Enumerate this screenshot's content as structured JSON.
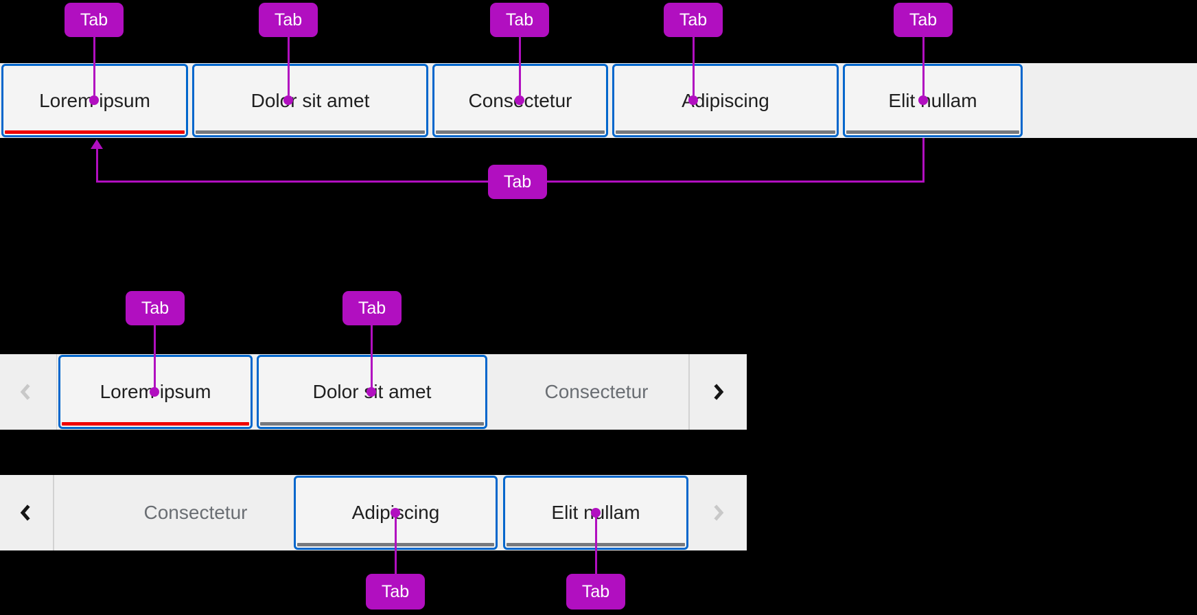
{
  "annotation": {
    "badge_label": "Tab"
  },
  "colors": {
    "annotation": "#b10fc0",
    "tab_border": "#0066cc",
    "active_underline": "#ee0000",
    "inactive_underline": "#76797e",
    "bar_bg": "#efefef",
    "tab_bg": "#f4f4f4",
    "tab_text": "#1f1f1f",
    "muted_text": "#6a6e73",
    "divider": "#d2d2d2",
    "icon_dark": "#151515",
    "icon_disabled": "#c8c8c8"
  },
  "full_tab_bar": {
    "tabs": [
      {
        "label": "Lorem ipsum",
        "active": true
      },
      {
        "label": "Dolor sit amet",
        "active": false
      },
      {
        "label": "Consectetur",
        "active": false
      },
      {
        "label": "Adipiscing",
        "active": false
      },
      {
        "label": "Elit nullam",
        "active": false
      }
    ]
  },
  "scrolled_bar_start": {
    "left_scroll": {
      "icon": "chevron-left-icon",
      "disabled": true
    },
    "tabs": [
      {
        "label": "Lorem ipsum",
        "active": true
      },
      {
        "label": "Dolor sit amet",
        "active": false
      }
    ],
    "overflow_tab": "Consectetur",
    "right_scroll": {
      "icon": "chevron-right-icon",
      "disabled": false
    }
  },
  "scrolled_bar_end": {
    "left_scroll": {
      "icon": "chevron-left-icon",
      "disabled": false
    },
    "overflow_tab": "Consectetur",
    "tabs": [
      {
        "label": "Adipiscing",
        "active": false
      },
      {
        "label": "Elit nullam",
        "active": false
      }
    ],
    "right_scroll": {
      "icon": "chevron-right-icon",
      "disabled": true
    }
  }
}
